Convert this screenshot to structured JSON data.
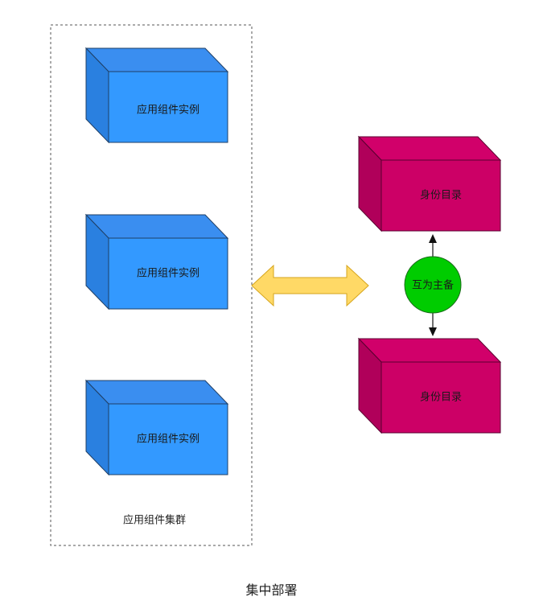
{
  "diagram": {
    "cluster": {
      "label": "应用组件集群",
      "instances": [
        {
          "label": "应用组件实例"
        },
        {
          "label": "应用组件实例"
        },
        {
          "label": "应用组件实例"
        }
      ]
    },
    "directories": [
      {
        "label": "身份目录"
      },
      {
        "label": "身份目录"
      }
    ],
    "relation": {
      "label": "互为主备"
    }
  },
  "caption": "集中部署",
  "colors": {
    "instance_front": "#3399ff",
    "instance_side": "#2a80e0",
    "instance_stroke": "#1f3f66",
    "directory_front": "#cc0066",
    "directory_side": "#b0005a",
    "directory_stroke": "#5a0030",
    "circle_fill": "#00cc00",
    "circle_stroke": "#1a6b1a",
    "arrow_fill": "#ffd966",
    "arrow_stroke": "#d6a51c",
    "cluster_border": "#555555"
  }
}
